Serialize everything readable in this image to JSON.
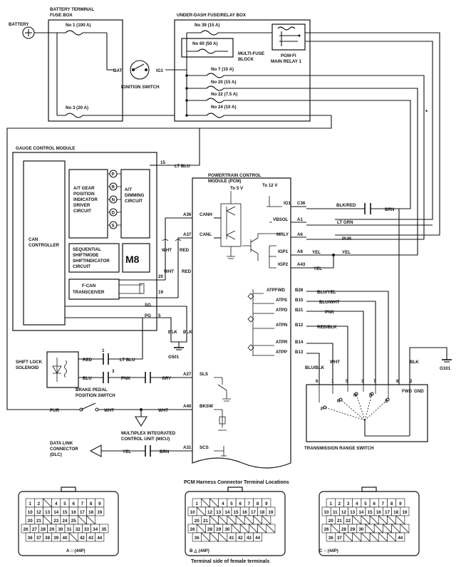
{
  "labels": {
    "battery_fuse_box": [
      "BATTERY TERMINAL",
      "FUSE BOX"
    ],
    "under_dash_box": "UNDER-DASH FUSE/RELAY BOX",
    "battery": "BATTERY",
    "fuse1": "No  1 (100 A)",
    "fuse3": "No  3 (20 A)",
    "fuse39": "No  39 (15 A)",
    "fuse60": "No  60 (50 A)",
    "fuse7": "No  7 (10 A)",
    "fuse20": "No  20 (15 A)",
    "fuse22": "No  22 (7.5 A)",
    "fuse24": "No  24 (10 A)",
    "multi_fuse": [
      "MULTI-FUSE",
      "BLOCK"
    ],
    "pgm_relay": [
      "PGM-FI",
      "MAIN RELAY 1"
    ],
    "bat": "BAT",
    "ig1": "IG1",
    "ignition_switch": "IGNITION SWITCH",
    "star": "*",
    "gauge_module": "GAUGE CONTROL MODULE",
    "can_controller": [
      "CAN",
      "CONTROLLER"
    ],
    "at_gear": [
      "A/T GEAR",
      "POSITION",
      "INDICATOR",
      "DRIVER",
      "CIRCUIT"
    ],
    "at_dimming": [
      "A/T",
      "DIMMING",
      "CIRCUIT"
    ],
    "gear_letters": [
      "P",
      "R",
      "N",
      "D",
      "S"
    ],
    "seq_shift": [
      "SEQUENTIAL",
      "SHIFTMODE",
      "SHIFTINDICATOR",
      "CIRCUIT"
    ],
    "m8": "M8",
    "fcan": [
      "F-CAN",
      "TRANSCEIVER"
    ],
    "gauge_pins": [
      "15",
      "20",
      "19",
      "SG",
      "PG",
      "5"
    ],
    "lt_blu": "LT BLU",
    "pcm": [
      "POWERTRAIN CONTROL",
      "MODULE (PCM)"
    ],
    "to5v": "To 5 V",
    "to12v": "To 12 V",
    "pcm_pins_left": [
      "A36",
      "A37",
      "A27",
      "A40",
      "A31"
    ],
    "pcm_sig_left": [
      "CANH",
      "CANL",
      "SLS",
      "BKSW",
      "SCS"
    ],
    "pcm_sig_right": [
      "IG1",
      "VBSOL",
      "MRLY",
      "IGP1",
      "IGP2"
    ],
    "pcm_pins_right": [
      "C36",
      "A1",
      "A6",
      "A8",
      "A43"
    ],
    "atp_sig": [
      "ATPFWD",
      "ATPS",
      "ATPD",
      "ATPN",
      "ATPR",
      "ATPP"
    ],
    "atp_pins": [
      "B28",
      "B15",
      "B21",
      "B12",
      "B14",
      "B13"
    ],
    "wires": {
      "blk_red": "BLK/RED",
      "brn": "BRN",
      "lt_grn": "LT GRN",
      "pur": "PUR",
      "yel": "YEL",
      "blu_yel": "BLU/YEL",
      "blu_wht": "BLU/WHT",
      "pnk": "PNK",
      "red_blk": "RED/BLK",
      "wht": "WHT",
      "blu_blk": "BLU/BLK",
      "blk": "BLK",
      "red": "RED",
      "blu": "BLU",
      "gry": "GRY"
    },
    "wht_red_top": [
      "WHT",
      "RED"
    ],
    "wht_red_bot": [
      "WHT",
      "RED"
    ],
    "blk_blk": [
      "BLK",
      "BLK"
    ],
    "g501": "G501",
    "g101": "G101",
    "shift_lock": [
      "SHIFT LOCK",
      "SOLENOID"
    ],
    "conn1": "1",
    "conn3": "3",
    "brake_switch": [
      "BRAKE PEDAL",
      "POSITION SWITCH"
    ],
    "micu": [
      "MULTIPLEX INTEGRATED",
      "CONTROL UNIT (MICU)"
    ],
    "dlc": [
      "DATA LINK",
      "CONNECTOR",
      "(DLC)"
    ],
    "trs": "TRANSMISSION RANGE SWITCH",
    "trs_pins": [
      "6",
      "1",
      "5",
      "3",
      "7",
      "8",
      "2"
    ],
    "trs_pos": [
      "P",
      "R",
      "N",
      "D",
      "S"
    ],
    "fwd": "FWD",
    "gnd": "GND",
    "connector_title": "PCM Harness Connector Terminal Locations",
    "connector_footer": "Terminal side of female terminals",
    "conn_a": "A □ (44P)",
    "conn_b": "B △ (44P)",
    "conn_c": "C ○ (44P)"
  },
  "connectors": {
    "a": {
      "row1": [
        "1",
        "2",
        "",
        "4",
        "5",
        "6",
        "7",
        "8",
        "9"
      ],
      "row2": [
        "10",
        "12",
        "13",
        "14",
        "15",
        "16",
        "17",
        "18",
        "19"
      ],
      "row3": [
        "20",
        "21",
        "",
        "23",
        "24",
        "25",
        "",
        ""
      ],
      "row4": [
        "26",
        "27",
        "28",
        "29",
        "30",
        "31",
        "32",
        "33",
        "34",
        "35"
      ],
      "row5": [
        "36",
        "37",
        "38",
        "39",
        "40",
        "",
        "42",
        "43",
        "44"
      ]
    },
    "b": {
      "row1": [
        "1",
        "",
        "",
        "4",
        "5",
        "6",
        "7",
        "8",
        "9"
      ],
      "row2": [
        "10",
        "",
        "12",
        "13",
        "14",
        "15",
        "16",
        "17",
        "18",
        "19"
      ],
      "row3": [
        "20",
        "21",
        "",
        "",
        "",
        "",
        "",
        "",
        ""
      ],
      "row4": [
        "26",
        "",
        "28",
        "29",
        "30",
        "",
        "",
        "",
        "",
        ""
      ],
      "row5": [
        "36",
        "",
        "",
        "",
        "41",
        "42",
        "43",
        "44"
      ]
    },
    "c": {
      "row1": [
        "1",
        "2",
        "3",
        "4",
        "5",
        "6",
        "7",
        "8",
        "9"
      ],
      "row2": [
        "10",
        "11",
        "12",
        "13",
        "14",
        "15",
        "16",
        "17",
        "18",
        "19"
      ],
      "row3": [
        "20",
        "21",
        "22",
        "",
        "",
        "",
        "",
        "",
        ""
      ],
      "row4": [
        "26",
        "",
        "28",
        "29",
        "30",
        "",
        "",
        "",
        "",
        ""
      ],
      "row5": [
        "36",
        "37",
        "",
        "",
        "",
        "",
        "",
        "",
        "44"
      ]
    }
  }
}
